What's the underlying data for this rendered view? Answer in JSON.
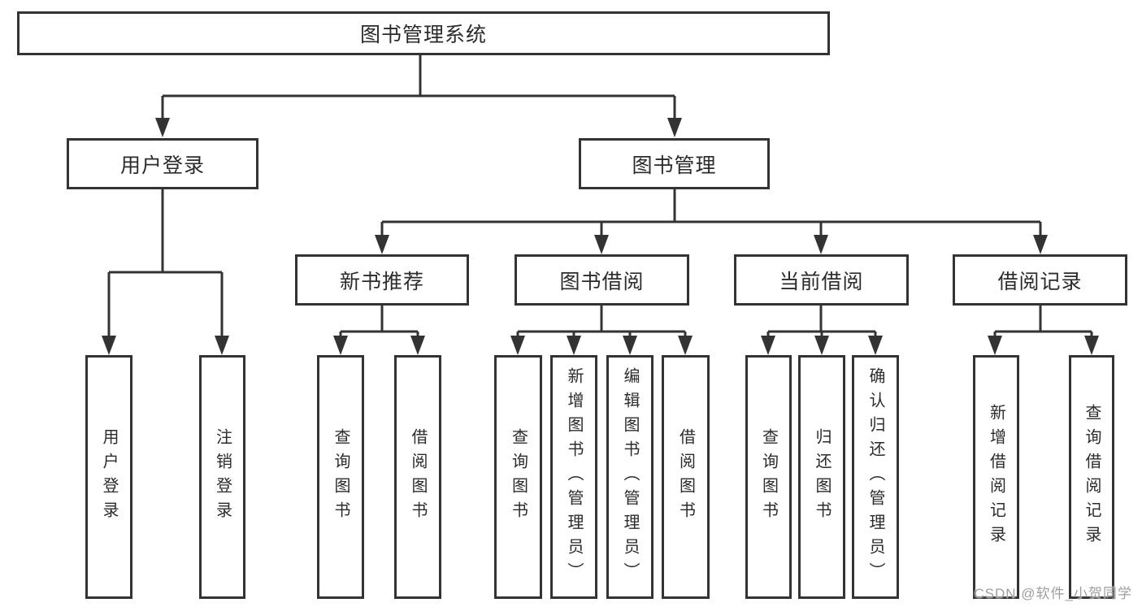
{
  "diagram": {
    "root": {
      "label": "图书管理系统",
      "children": [
        {
          "label": "用户登录",
          "children": [
            {
              "label": "用户登录"
            },
            {
              "label": "注销登录"
            }
          ]
        },
        {
          "label": "图书管理",
          "children": [
            {
              "label": "新书推荐",
              "children": [
                {
                  "label": "查询图书"
                },
                {
                  "label": "借阅图书"
                }
              ]
            },
            {
              "label": "图书借阅",
              "children": [
                {
                  "label": "查询图书"
                },
                {
                  "label": "新增图书（管理员）"
                },
                {
                  "label": "编辑图书（管理员）"
                },
                {
                  "label": "借阅图书"
                }
              ]
            },
            {
              "label": "当前借阅",
              "children": [
                {
                  "label": "查询图书"
                },
                {
                  "label": "归还图书"
                },
                {
                  "label": "确认归还（管理员）"
                }
              ]
            },
            {
              "label": "借阅记录",
              "children": [
                {
                  "label": "新增借阅记录"
                },
                {
                  "label": "查询借阅记录"
                }
              ]
            }
          ]
        }
      ]
    }
  },
  "watermark": {
    "text": "CSDN @软件_小贺同学"
  },
  "colors": {
    "line": "#333333",
    "box_border": "#333333",
    "text": "#2b2b2b",
    "background": "#ffffff",
    "watermark": "#9e9e9e"
  }
}
